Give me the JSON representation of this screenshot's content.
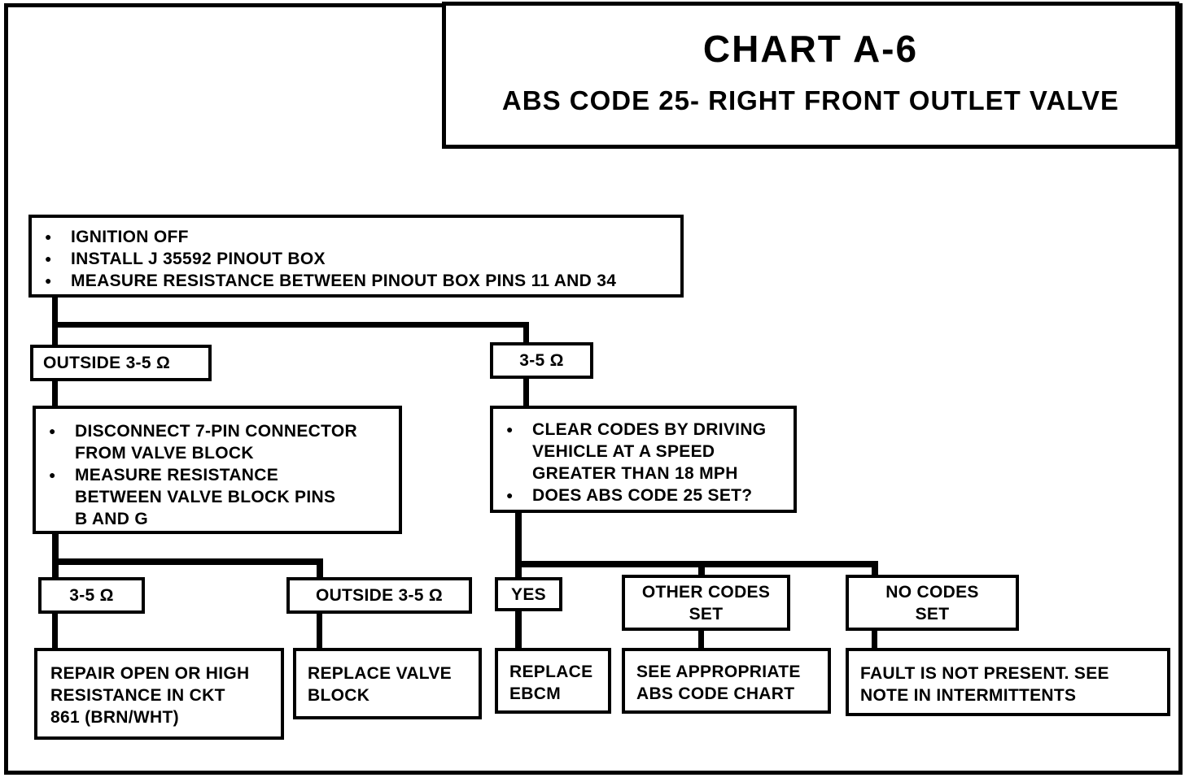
{
  "title": {
    "heading": "CHART A-6",
    "subheading": "ABS CODE 25- RIGHT FRONT OUTLET VALVE"
  },
  "icons": {
    "bullet": "●"
  },
  "colors": {
    "ink": "#000000",
    "paper": "#ffffff"
  },
  "flow": {
    "start": {
      "bullets": [
        {
          "lines": [
            "IGNITION OFF"
          ]
        },
        {
          "lines": [
            "INSTALL J 35592 PINOUT BOX"
          ]
        },
        {
          "lines": [
            "MEASURE RESISTANCE BETWEEN PINOUT BOX PINS 11 AND 34"
          ]
        }
      ]
    },
    "outside_label_top": "OUTSIDE 3-5 Ω",
    "in_range_label_top": "3-5 Ω",
    "left_process": {
      "bullets": [
        {
          "lines": [
            "DISCONNECT 7-PIN CONNECTOR",
            "FROM VALVE BLOCK"
          ]
        },
        {
          "lines": [
            "MEASURE RESISTANCE",
            "BETWEEN VALVE BLOCK PINS",
            "B AND G"
          ]
        }
      ]
    },
    "right_process": {
      "bullets": [
        {
          "lines": [
            "CLEAR CODES BY DRIVING",
            "VEHICLE AT A SPEED",
            "GREATER THAN 18 MPH"
          ]
        },
        {
          "lines": [
            "DOES ABS CODE 25 SET?"
          ]
        }
      ]
    },
    "in_range_label_bottom": "3-5 Ω",
    "outside_label_bottom": "OUTSIDE 3-5 Ω",
    "yes_label": "YES",
    "other_codes": {
      "lines": [
        "OTHER CODES",
        "SET"
      ]
    },
    "no_codes": {
      "lines": [
        "NO CODES",
        "SET"
      ]
    },
    "repair": {
      "lines": [
        "REPAIR OPEN OR HIGH",
        "RESISTANCE IN CKT",
        "861 (BRN/WHT)"
      ]
    },
    "replace_valve": {
      "lines": [
        "REPLACE VALVE",
        "BLOCK"
      ]
    },
    "replace_ebcm": {
      "lines": [
        "REPLACE",
        "EBCM"
      ]
    },
    "see_chart": {
      "lines": [
        "SEE APPROPRIATE",
        "ABS CODE CHART"
      ]
    },
    "fault_not_present": {
      "lines": [
        "FAULT IS NOT PRESENT. SEE",
        "NOTE IN INTERMITTENTS"
      ]
    }
  }
}
